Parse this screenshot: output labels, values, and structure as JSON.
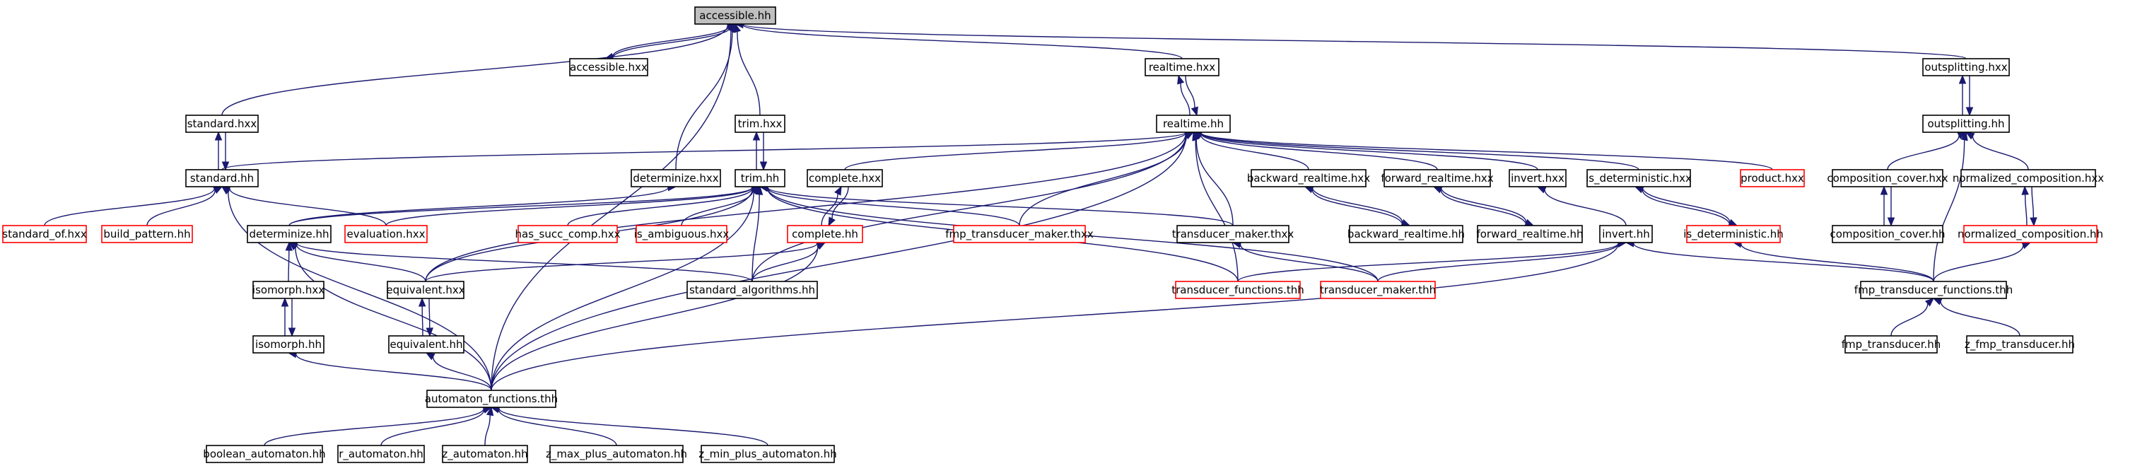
{
  "colors": {
    "edge": "#191970",
    "node_border": "#000000",
    "node_border_red": "#ff0000",
    "highlight_fill": "#bfbfbf",
    "node_fill": "#ffffff"
  },
  "nodes": [
    {
      "id": "accessible_hh",
      "label": "accessible.hh",
      "highlight": true
    },
    {
      "id": "accessible_hxx",
      "label": "accessible.hxx"
    },
    {
      "id": "realtime_hxx",
      "label": "realtime.hxx"
    },
    {
      "id": "outsplitting_hxx",
      "label": "outsplitting.hxx"
    },
    {
      "id": "standard_hxx",
      "label": "standard.hxx"
    },
    {
      "id": "trim_hxx",
      "label": "trim.hxx"
    },
    {
      "id": "realtime_hh",
      "label": "realtime.hh"
    },
    {
      "id": "outsplitting_hh",
      "label": "outsplitting.hh"
    },
    {
      "id": "standard_hh",
      "label": "standard.hh"
    },
    {
      "id": "determinize_hxx",
      "label": "determinize.hxx"
    },
    {
      "id": "trim_hh",
      "label": "trim.hh"
    },
    {
      "id": "complete_hxx",
      "label": "complete.hxx"
    },
    {
      "id": "backward_realtime_hxx",
      "label": "backward_realtime.hxx"
    },
    {
      "id": "forward_realtime_hxx",
      "label": "forward_realtime.hxx"
    },
    {
      "id": "invert_hxx",
      "label": "invert.hxx"
    },
    {
      "id": "is_deterministic_hxx",
      "label": "is_deterministic.hxx"
    },
    {
      "id": "product_hxx",
      "label": "product.hxx",
      "red": true
    },
    {
      "id": "composition_cover_hxx",
      "label": "composition_cover.hxx"
    },
    {
      "id": "normalized_composition_hxx",
      "label": "normalized_composition.hxx"
    },
    {
      "id": "standard_of_hxx",
      "label": "standard_of.hxx",
      "red": true
    },
    {
      "id": "build_pattern_hh",
      "label": "build_pattern.hh",
      "red": true
    },
    {
      "id": "determinize_hh",
      "label": "determinize.hh"
    },
    {
      "id": "evaluation_hxx",
      "label": "evaluation.hxx",
      "red": true
    },
    {
      "id": "has_succ_comp_hxx",
      "label": "has_succ_comp.hxx",
      "red": true
    },
    {
      "id": "is_ambiguous_hxx",
      "label": "is_ambiguous.hxx",
      "red": true
    },
    {
      "id": "complete_hh",
      "label": "complete.hh",
      "red": true
    },
    {
      "id": "fmp_transducer_maker_thxx",
      "label": "fmp_transducer_maker.thxx",
      "red": true
    },
    {
      "id": "transducer_maker_thxx",
      "label": "transducer_maker.thxx"
    },
    {
      "id": "backward_realtime_hh",
      "label": "backward_realtime.hh"
    },
    {
      "id": "forward_realtime_hh",
      "label": "forward_realtime.hh"
    },
    {
      "id": "invert_hh",
      "label": "invert.hh"
    },
    {
      "id": "is_deterministic_hh",
      "label": "is_deterministic.hh",
      "red": true
    },
    {
      "id": "composition_cover_hh",
      "label": "composition_cover.hh"
    },
    {
      "id": "normalized_composition_hh",
      "label": "normalized_composition.hh",
      "red": true
    },
    {
      "id": "isomorph_hxx",
      "label": "isomorph.hxx"
    },
    {
      "id": "equivalent_hxx",
      "label": "equivalent.hxx"
    },
    {
      "id": "standard_algorithms_hh",
      "label": "standard_algorithms.hh"
    },
    {
      "id": "transducer_functions_thh",
      "label": "transducer_functions.thh",
      "red": true
    },
    {
      "id": "transducer_maker_thh",
      "label": "transducer_maker.thh",
      "red": true
    },
    {
      "id": "fmp_transducer_functions_thh",
      "label": "fmp_transducer_functions.thh"
    },
    {
      "id": "isomorph_hh",
      "label": "isomorph.hh"
    },
    {
      "id": "equivalent_hh",
      "label": "equivalent.hh"
    },
    {
      "id": "fmp_transducer_hh",
      "label": "fmp_transducer.hh"
    },
    {
      "id": "z_fmp_transducer_hh",
      "label": "z_fmp_transducer.hh"
    },
    {
      "id": "automaton_functions_thh",
      "label": "automaton_functions.thh"
    },
    {
      "id": "boolean_automaton_hh",
      "label": "boolean_automaton.hh"
    },
    {
      "id": "r_automaton_hh",
      "label": "r_automaton.hh"
    },
    {
      "id": "z_automaton_hh",
      "label": "z_automaton.hh"
    },
    {
      "id": "z_max_plus_automaton_hh",
      "label": "z_max_plus_automaton.hh"
    },
    {
      "id": "z_min_plus_automaton_hh",
      "label": "z_min_plus_automaton.hh"
    }
  ]
}
